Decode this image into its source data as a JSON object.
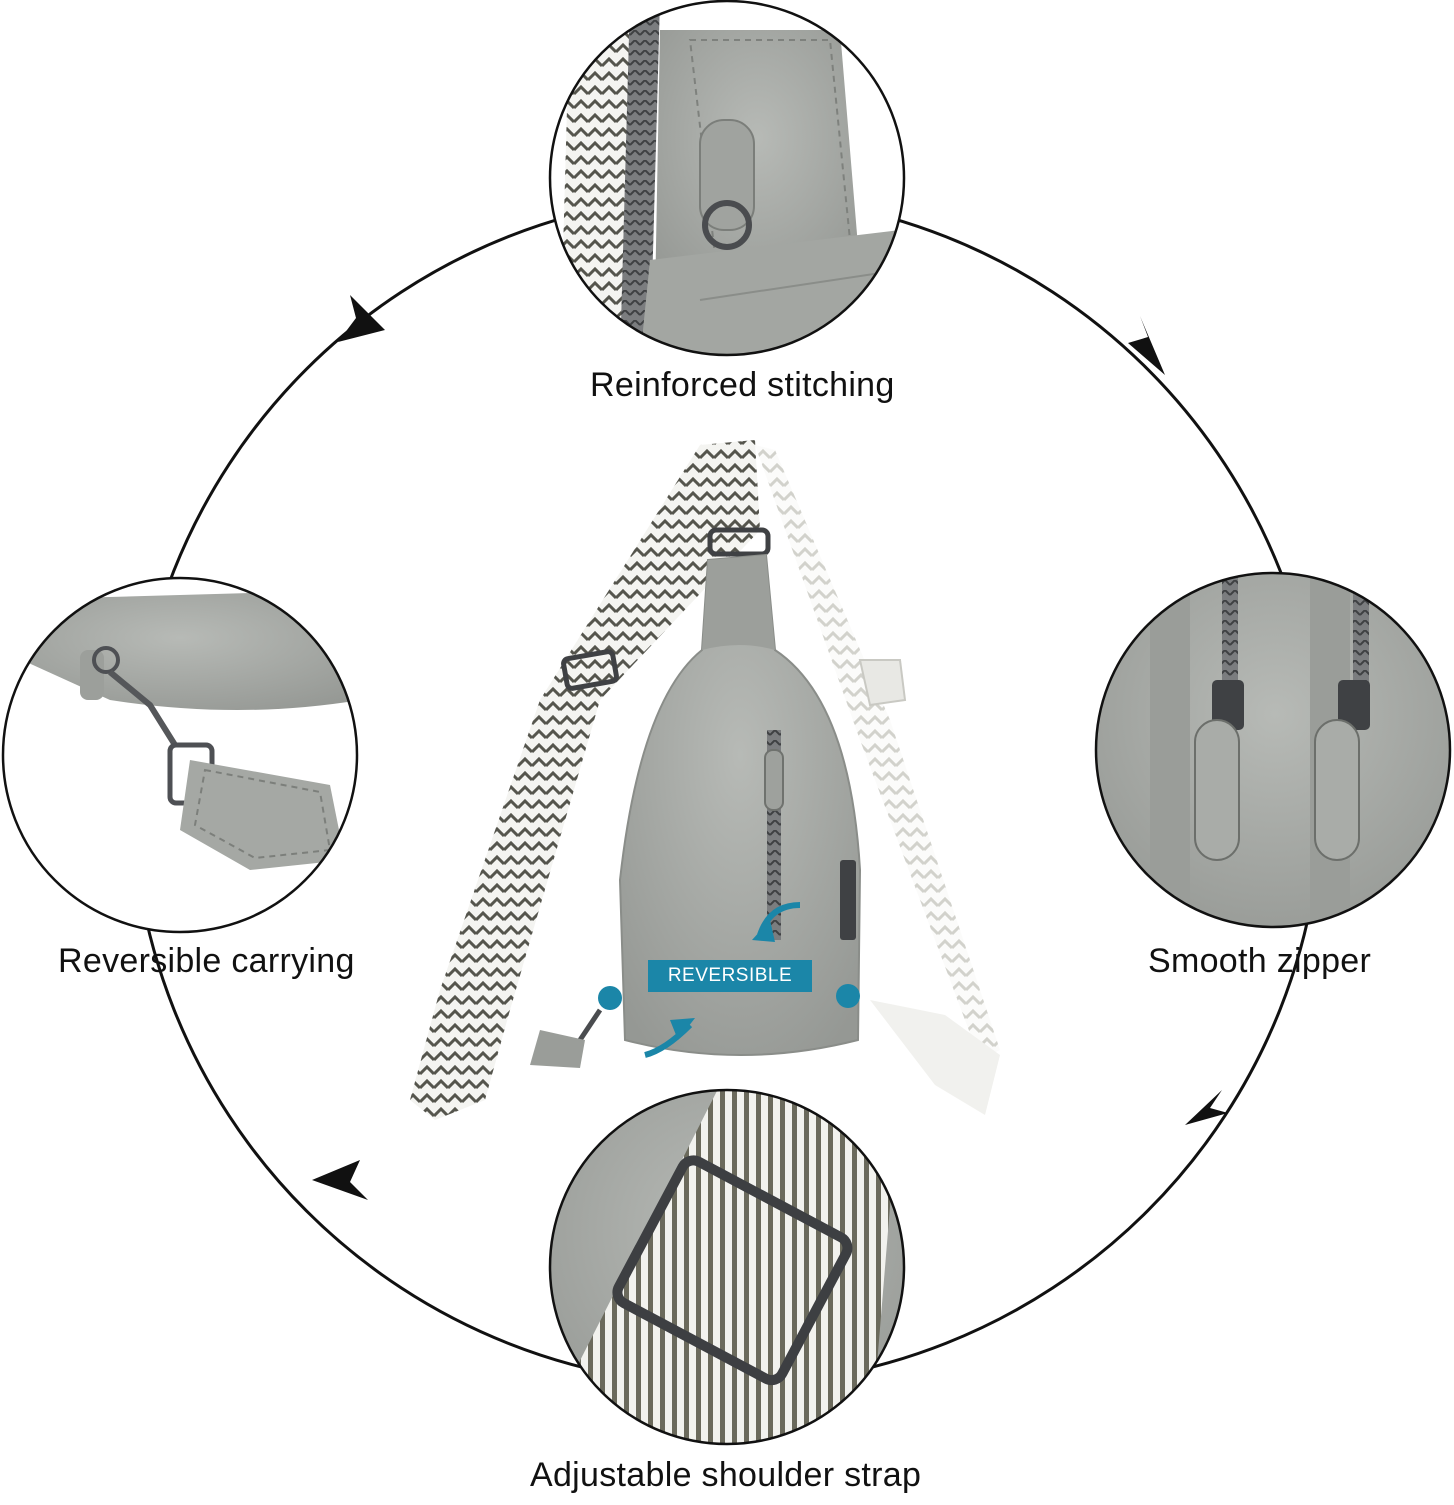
{
  "features": {
    "top": "Reinforced stitching",
    "left": "Reversible carrying",
    "right": "Smooth zipper",
    "bottom": "Adjustable shoulder strap"
  },
  "badge": "REVERSIBLE",
  "colors": {
    "leather": "#a9aca9",
    "leather_dark": "#8e918e",
    "strap_dark": "#5a5a52",
    "accent_blue": "#1b86a8",
    "hardware": "#5b5d60"
  }
}
